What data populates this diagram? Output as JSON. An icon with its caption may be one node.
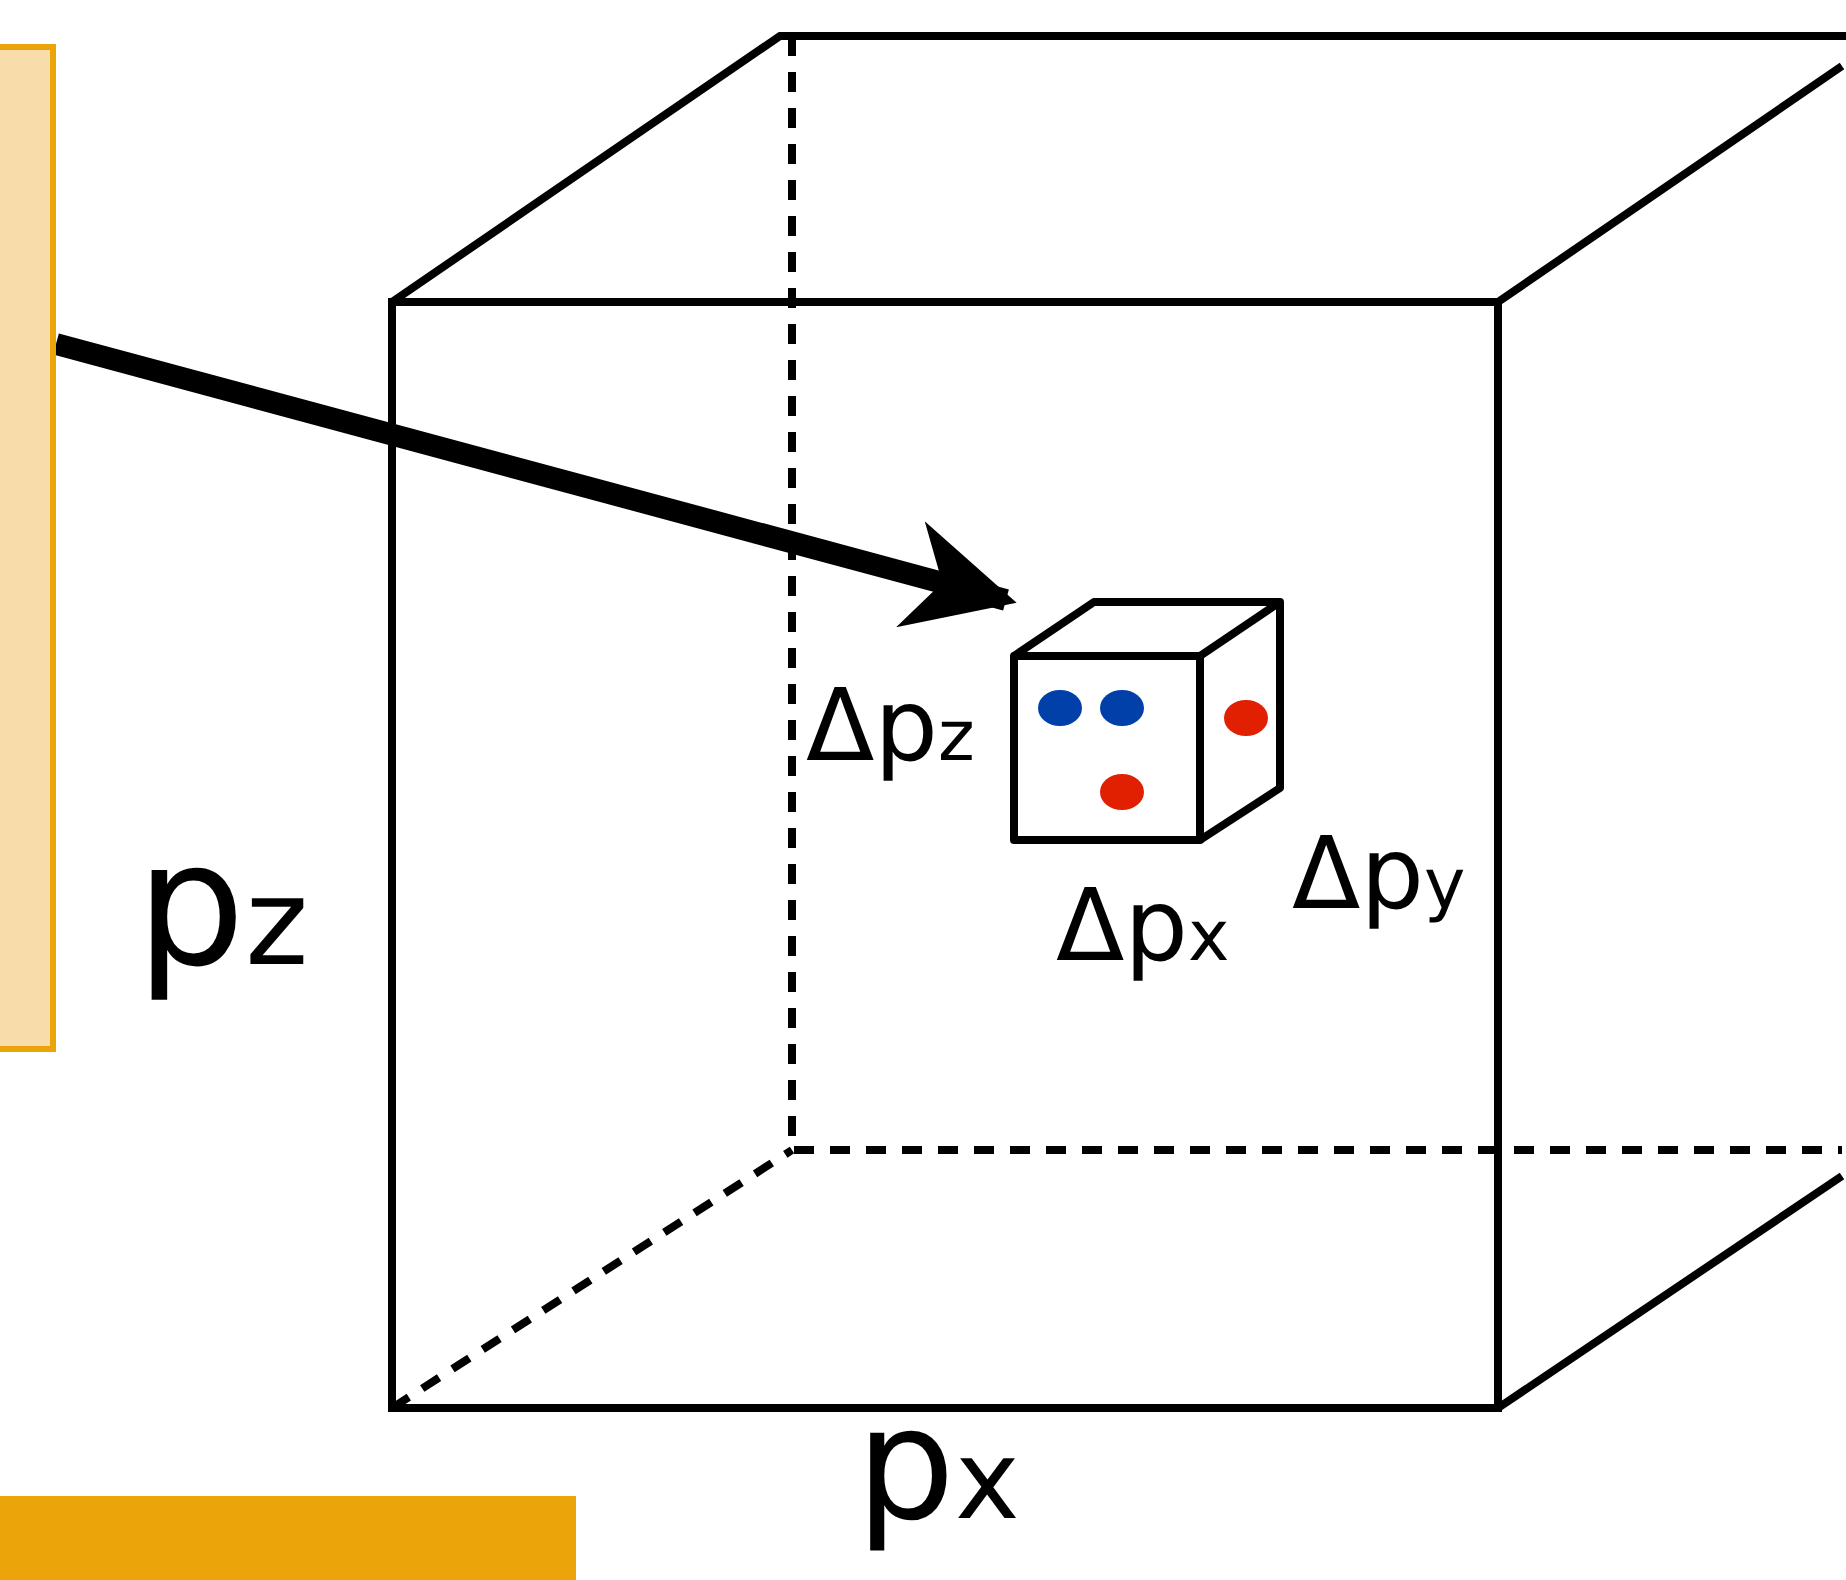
{
  "diagram": {
    "nodes": [
      {
        "text": [],
        "shape": "box"
      },
      {
        "text": [],
        "shape": "picture"
      },
      {
        "text": [],
        "shape": "bar"
      }
    ],
    "edges": [
      {
        "from": 0,
        "to": 1,
        "arrow": "to"
      }
    ],
    "labels": [
      "Δp$_{z}$",
      "Δp$_{y}$",
      "p$_{z}$",
      "Δp$_{x}$",
      "p$_{x}$"
    ]
  }
}
